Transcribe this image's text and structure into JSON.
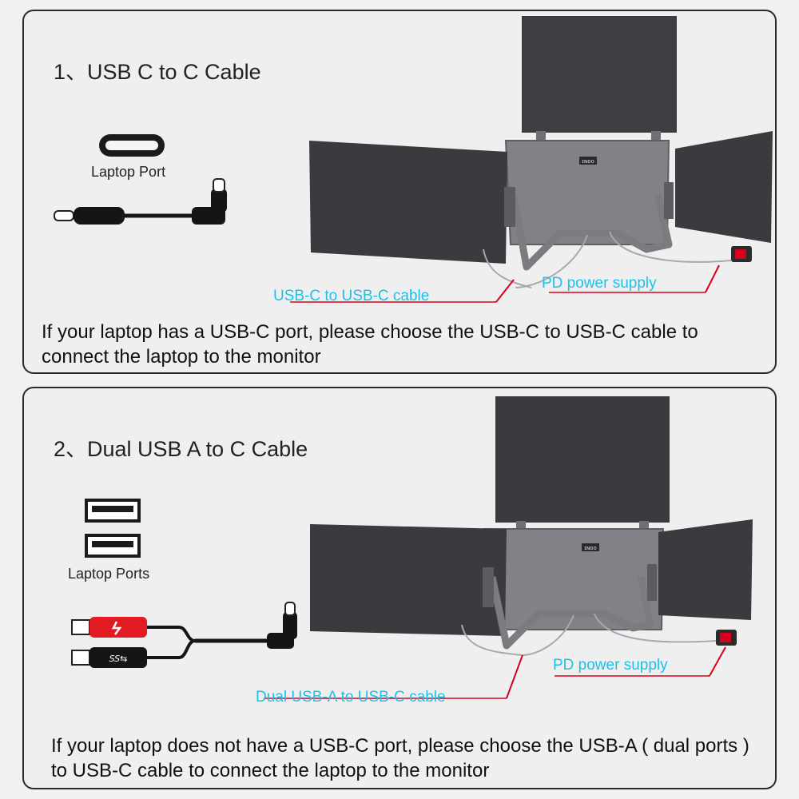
{
  "section1": {
    "title": "1、USB C to C Cable",
    "port_label": "Laptop Port",
    "cable_callout": "USB-C to USB-C cable",
    "power_callout": "PD power supply",
    "description": "If your laptop has a USB-C port, please choose the USB-C to USB-C cable to connect the laptop to the monitor",
    "monitor_logo": "ɪɴᴅᴏ"
  },
  "section2": {
    "title": "2、Dual USB A to C Cable",
    "port_label": "Laptop Ports",
    "cable_callout": "Dual USB-A to USB-C cable",
    "power_callout": "PD power supply",
    "usb_plug_label": "SS⇆",
    "description": "If your laptop does not have a  USB-C port, please choose the USB-A ( dual ports ) to USB-C cable to connect the laptop to the monitor",
    "monitor_logo": "ɪɴᴅᴏ"
  },
  "colors": {
    "border": "#2b2b2b",
    "panel_bg": "#efefef",
    "callout_text": "#1ec0ea",
    "callout_line": "#d8001c",
    "plug_red": "#e21a22",
    "screen": "#3a3b3e"
  }
}
